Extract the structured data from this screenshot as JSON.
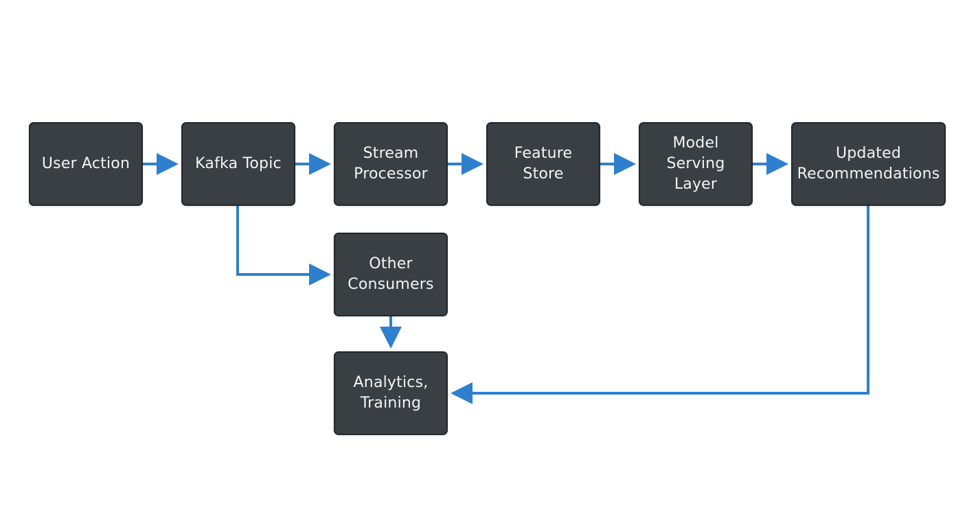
{
  "diagram": {
    "accent_color": "#2f7fcf",
    "node_color": "#3a3f44",
    "nodes": [
      {
        "id": "user_action",
        "label": "User Action"
      },
      {
        "id": "kafka_topic",
        "label": "Kafka Topic"
      },
      {
        "id": "stream_processor",
        "label": "Stream\nProcessor"
      },
      {
        "id": "feature_store",
        "label": "Feature\nStore"
      },
      {
        "id": "model_serving",
        "label": "Model\nServing\nLayer"
      },
      {
        "id": "updated_recs",
        "label": "Updated\nRecommendations"
      },
      {
        "id": "other_consumers",
        "label": "Other\nConsumers"
      },
      {
        "id": "analytics",
        "label": "Analytics,\nTraining"
      }
    ],
    "edges": [
      {
        "from": "user_action",
        "to": "kafka_topic"
      },
      {
        "from": "kafka_topic",
        "to": "stream_processor"
      },
      {
        "from": "stream_processor",
        "to": "feature_store"
      },
      {
        "from": "feature_store",
        "to": "model_serving"
      },
      {
        "from": "model_serving",
        "to": "updated_recs"
      },
      {
        "from": "kafka_topic",
        "to": "other_consumers"
      },
      {
        "from": "other_consumers",
        "to": "analytics"
      },
      {
        "from": "updated_recs",
        "to": "analytics"
      }
    ]
  }
}
